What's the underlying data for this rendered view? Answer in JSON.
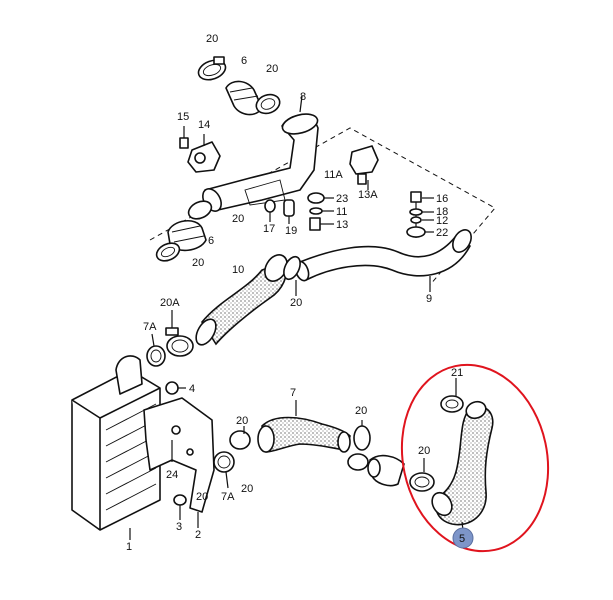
{
  "callouts": [
    {
      "id": "c20a",
      "text": "20"
    },
    {
      "id": "c6",
      "text": "6"
    },
    {
      "id": "c20b",
      "text": "20"
    },
    {
      "id": "c8",
      "text": "8"
    },
    {
      "id": "c15",
      "text": "15"
    },
    {
      "id": "c14",
      "text": "14"
    },
    {
      "id": "c11A",
      "text": "11A"
    },
    {
      "id": "c13A",
      "text": "13A"
    },
    {
      "id": "c23",
      "text": "23"
    },
    {
      "id": "c11",
      "text": "11"
    },
    {
      "id": "c13",
      "text": "13"
    },
    {
      "id": "c16",
      "text": "16"
    },
    {
      "id": "c18",
      "text": "18"
    },
    {
      "id": "c12",
      "text": "12"
    },
    {
      "id": "c22",
      "text": "22"
    },
    {
      "id": "c20c",
      "text": "20"
    },
    {
      "id": "c6b",
      "text": "6"
    },
    {
      "id": "c17",
      "text": "17"
    },
    {
      "id": "c19",
      "text": "19"
    },
    {
      "id": "c20d",
      "text": "20"
    },
    {
      "id": "c10",
      "text": "10"
    },
    {
      "id": "c20e",
      "text": "20"
    },
    {
      "id": "c9",
      "text": "9"
    },
    {
      "id": "c20A",
      "text": "20A"
    },
    {
      "id": "c7A",
      "text": "7A"
    },
    {
      "id": "c4",
      "text": "4"
    },
    {
      "id": "c7",
      "text": "7"
    },
    {
      "id": "c20f",
      "text": "20"
    },
    {
      "id": "c20g",
      "text": "20"
    },
    {
      "id": "c21",
      "text": "21"
    },
    {
      "id": "c20h",
      "text": "20"
    },
    {
      "id": "c24",
      "text": "24"
    },
    {
      "id": "c20i",
      "text": "20"
    },
    {
      "id": "c7Ab",
      "text": "7A"
    },
    {
      "id": "c20j",
      "text": "20"
    },
    {
      "id": "c3",
      "text": "3"
    },
    {
      "id": "c2",
      "text": "2"
    },
    {
      "id": "c1",
      "text": "1"
    },
    {
      "id": "c5",
      "text": "5"
    }
  ],
  "highlight": {
    "color": "#e0141e",
    "badge_color": "#7d95c9"
  }
}
